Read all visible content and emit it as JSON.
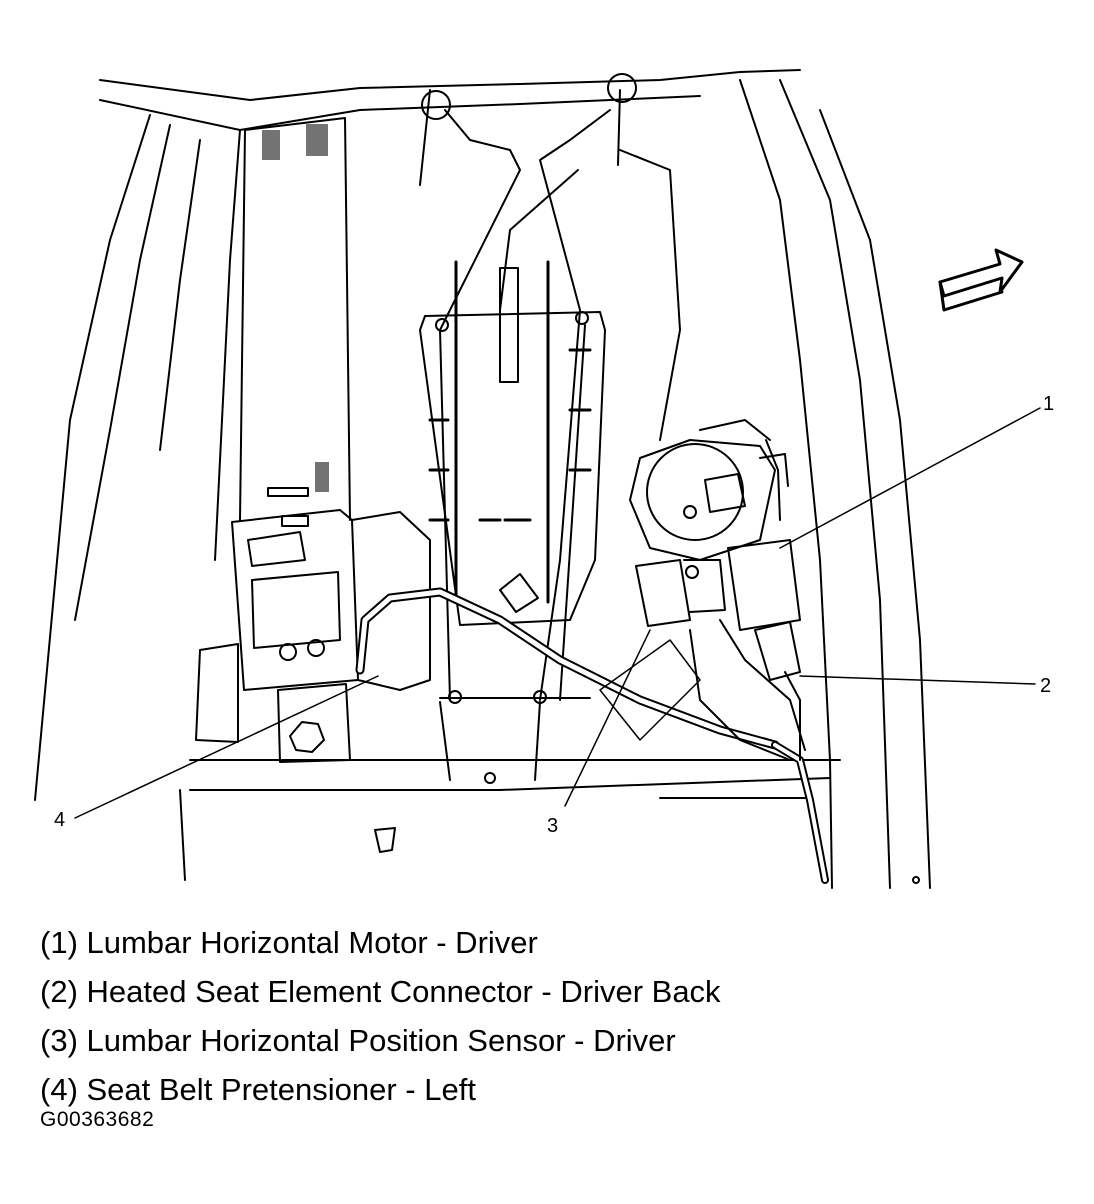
{
  "callouts": [
    {
      "number": "1",
      "label": "Lumbar Horizontal Motor - Driver"
    },
    {
      "number": "2",
      "label": "Heated Seat Element Connector - Driver Back"
    },
    {
      "number": "3",
      "label": "Lumbar Horizontal Position Sensor - Driver"
    },
    {
      "number": "4",
      "label": "Seat Belt Pretensioner - Left"
    }
  ],
  "legend": [
    "(1) Lumbar Horizontal Motor - Driver",
    "(2) Heated Seat Element Connector - Driver Back",
    "(3) Lumbar Horizontal Position Sensor - Driver",
    "(4) Seat Belt Pretensioner - Left"
  ],
  "figure_id": "G00363682",
  "colors": {
    "ink": "#000000",
    "paper": "#ffffff"
  },
  "icons": [
    "direction-arrow-icon"
  ]
}
